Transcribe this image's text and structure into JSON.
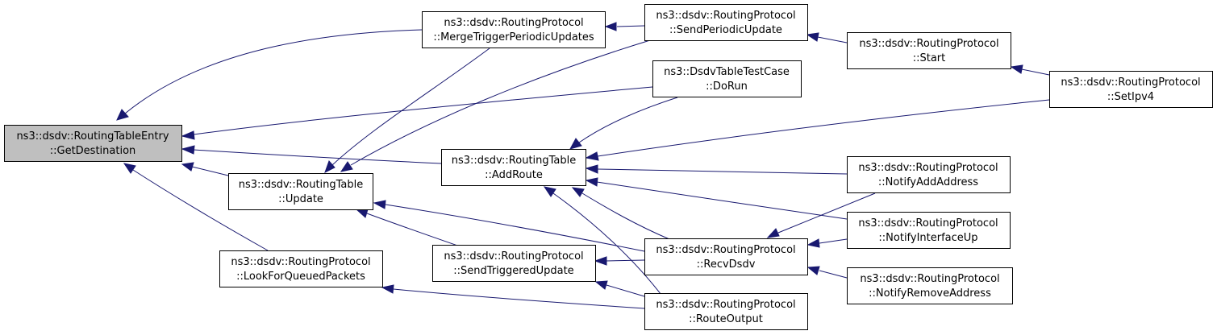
{
  "colors": {
    "edge": "#191970",
    "focus_fill": "#bfbfbf",
    "node_border": "#000000"
  },
  "nodes": {
    "get_destination": {
      "line1": "ns3::dsdv::RoutingTableEntry",
      "line2": "::GetDestination"
    },
    "merge_trigger": {
      "line1": "ns3::dsdv::RoutingProtocol",
      "line2": "::MergeTriggerPeriodicUpdates"
    },
    "send_periodic": {
      "line1": "ns3::dsdv::RoutingProtocol",
      "line2": "::SendPeriodicUpdate"
    },
    "start": {
      "line1": "ns3::dsdv::RoutingProtocol",
      "line2": "::Start"
    },
    "set_ipv4": {
      "line1": "ns3::dsdv::RoutingProtocol",
      "line2": "::SetIpv4"
    },
    "do_run": {
      "line1": "ns3::DsdvTableTestCase",
      "line2": "::DoRun"
    },
    "add_route": {
      "line1": "ns3::dsdv::RoutingTable",
      "line2": "::AddRoute"
    },
    "update": {
      "line1": "ns3::dsdv::RoutingTable",
      "line2": "::Update"
    },
    "notify_add": {
      "line1": "ns3::dsdv::RoutingProtocol",
      "line2": "::NotifyAddAddress"
    },
    "notify_up": {
      "line1": "ns3::dsdv::RoutingProtocol",
      "line2": "::NotifyInterfaceUp"
    },
    "recv_dsdv": {
      "line1": "ns3::dsdv::RoutingProtocol",
      "line2": "::RecvDsdv"
    },
    "send_triggered": {
      "line1": "ns3::dsdv::RoutingProtocol",
      "line2": "::SendTriggeredUpdate"
    },
    "look_for_queued": {
      "line1": "ns3::dsdv::RoutingProtocol",
      "line2": "::LookForQueuedPackets"
    },
    "notify_remove": {
      "line1": "ns3::dsdv::RoutingProtocol",
      "line2": "::NotifyRemoveAddress"
    },
    "route_output": {
      "line1": "ns3::dsdv::RoutingProtocol",
      "line2": "::RouteOutput"
    }
  }
}
